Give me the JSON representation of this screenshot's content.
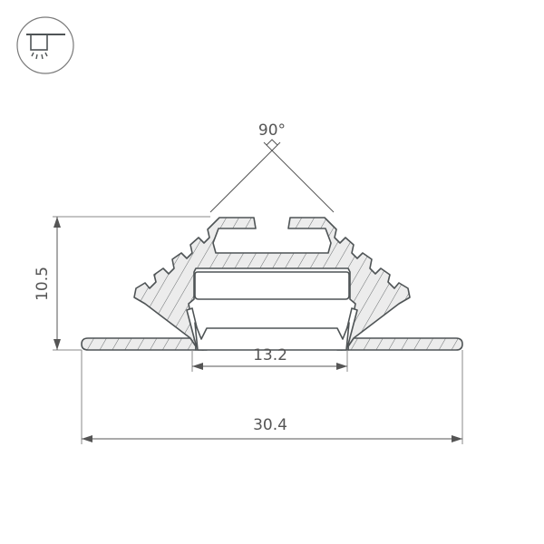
{
  "icon": {
    "name": "ceiling-light-icon",
    "description": "Mounting type: recessed ceiling light"
  },
  "drawing": {
    "title": "Aluminium LED profile cross-section (corner, recessed)",
    "angle_label": "90°",
    "height_label": "10.5",
    "inner_width_label": "13.2",
    "overall_width_label": "30.4"
  },
  "colors": {
    "outline": "#4f5456",
    "hatch_fill": "#ececec",
    "hatch_line": "#6b6f71",
    "dimension": "#555555",
    "background": "#ffffff"
  }
}
